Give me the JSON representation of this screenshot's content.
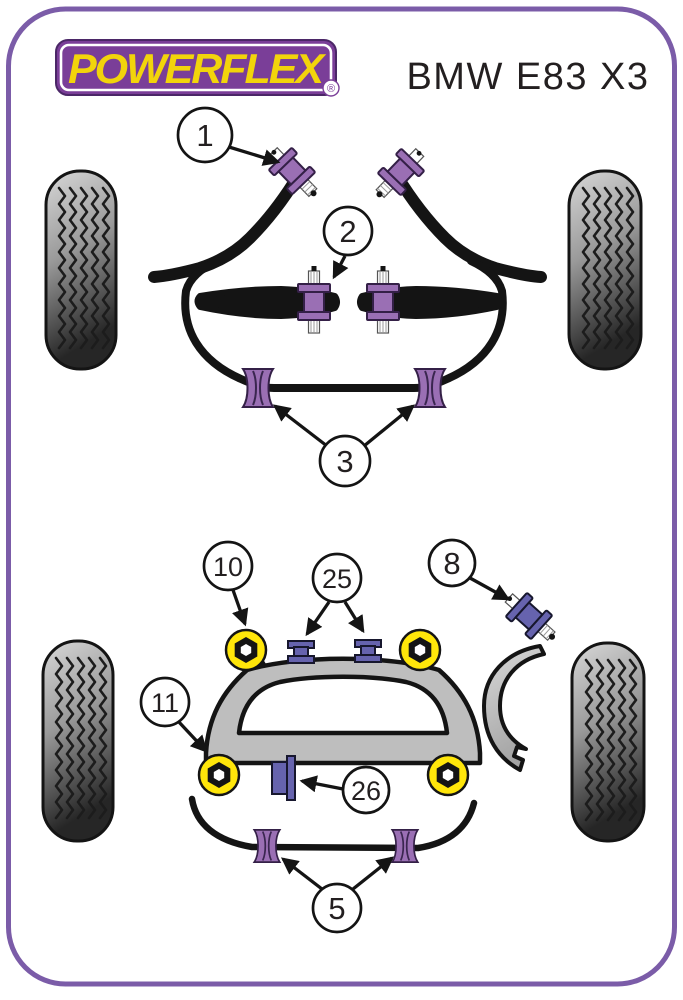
{
  "header": {
    "logo_text": "POWERFLEX",
    "registered_mark": "®",
    "title": "BMW E83 X3"
  },
  "callouts": [
    {
      "label": "1"
    },
    {
      "label": "2"
    },
    {
      "label": "3"
    },
    {
      "label": "10"
    },
    {
      "label": "25"
    },
    {
      "label": "8"
    },
    {
      "label": "11"
    },
    {
      "label": "26"
    },
    {
      "label": "5"
    }
  ],
  "colors": {
    "border_purple": "#7B5CA8",
    "logo_purple": "#7A3E98",
    "logo_yellow": "#F2D40B",
    "text_dark": "#231F20",
    "bushing_lavender": "#9A6FB4",
    "bushing_violet": "#6663AE",
    "mount_yellow": "#FFE60A",
    "subframe_gray": "#BEBEBE"
  }
}
